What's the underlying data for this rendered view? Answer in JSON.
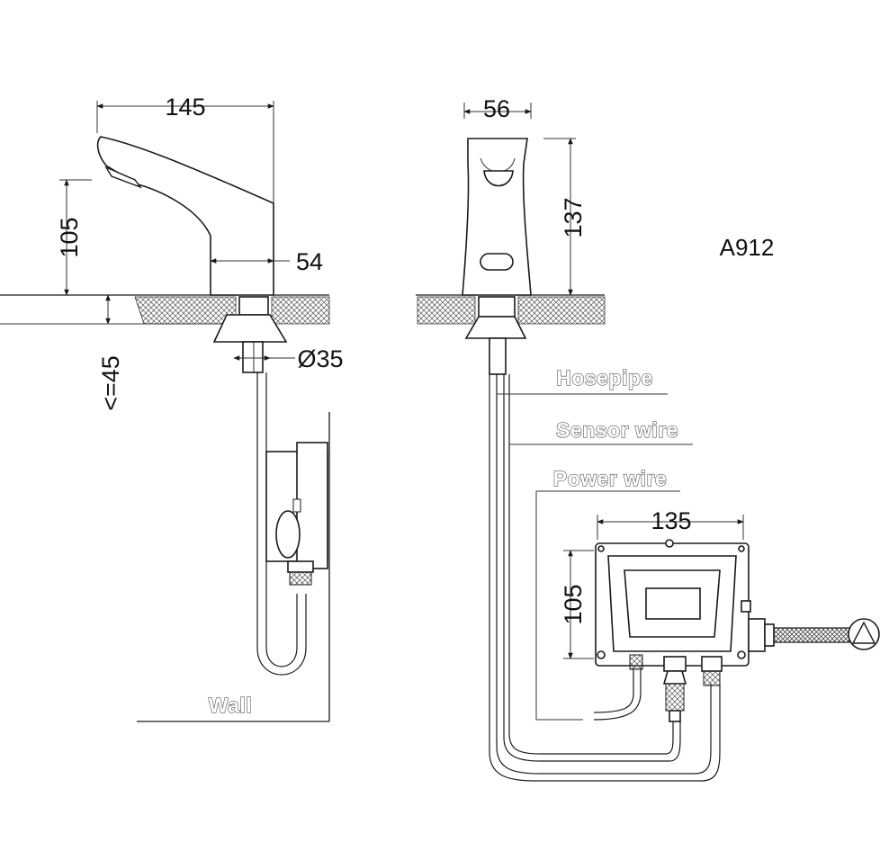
{
  "model": "A912",
  "dimensions": {
    "spout_length": "145",
    "side_height": "105",
    "base_width": "54",
    "max_thickness": "<=45",
    "shank_diameter": "Ø35",
    "front_width": "56",
    "front_height": "137",
    "box_width": "135",
    "box_height": "105"
  },
  "labels": {
    "hosepipe": "Hosepipe",
    "sensor_wire": "Sensor wire",
    "power_wire": "Power wire",
    "wall": "Wall"
  }
}
